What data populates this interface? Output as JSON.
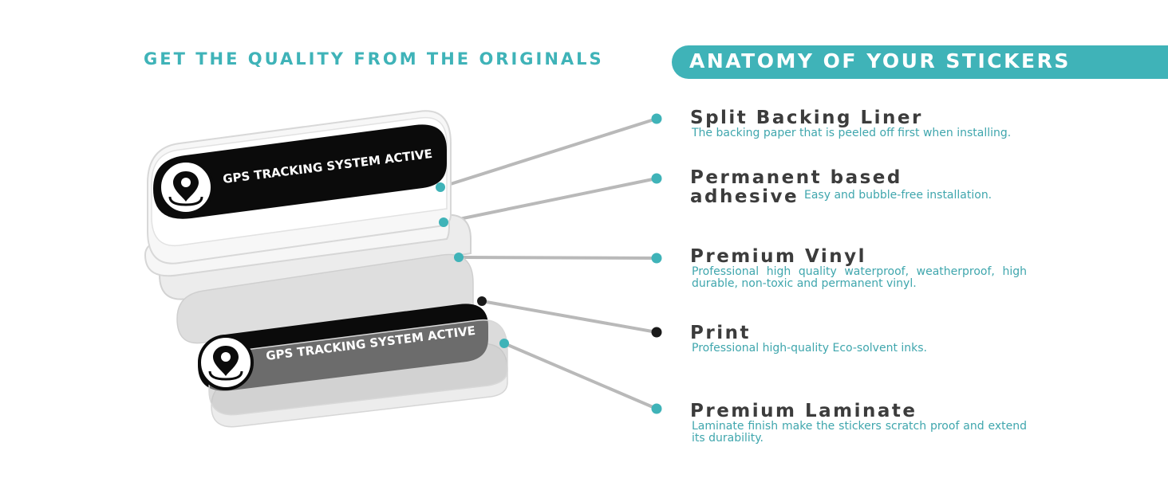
{
  "left_heading": "GET THE QUALITY FROM THE ORIGINALS",
  "banner_title": "ANATOMY OF YOUR STICKERS",
  "sticker_label": "GPS TRACKING SYSTEM ACTIVE",
  "features": [
    {
      "title": "Split Backing Liner",
      "description": "The backing paper that is peeled off first when installing."
    },
    {
      "title_line1": "Permanent based",
      "title_line2": "adhesive",
      "description": "Easy and bubble-free installation."
    },
    {
      "title": "Premium Vinyl",
      "description": "Professional high quality waterproof, weatherproof, high durable, non-toxic and permanent vinyl."
    },
    {
      "title": "Print",
      "description": "Professional high-quality Eco-solvent inks."
    },
    {
      "title": "Premium Laminate",
      "description": "Laminate finish make the stickers scratch proof and extend its durability."
    }
  ],
  "colors": {
    "accent": "#3fb3b8",
    "title_text": "#3c3c3c",
    "desc_text": "#3fa6ad",
    "sticker_black": "#0b0b0b"
  },
  "icons": [
    "location-pin-icon"
  ]
}
